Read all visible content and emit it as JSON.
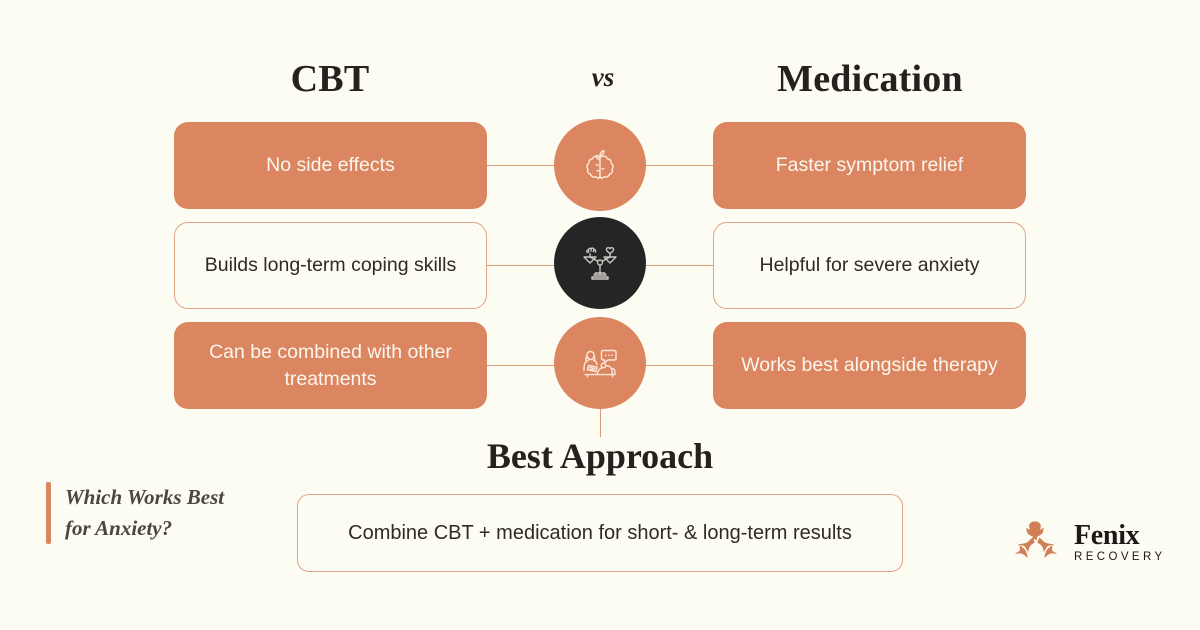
{
  "background_color": "#FDFCF2",
  "accent_color": "#DB8661",
  "dark_color": "#252525",
  "headings": {
    "left": "CBT",
    "versus": "vs",
    "right": "Medication"
  },
  "rows": [
    {
      "left": "No side effects",
      "left_style": "filled",
      "right": "Faster symptom relief",
      "right_style": "filled",
      "icon": "brain-sprout-icon",
      "icon_circle": "orange"
    },
    {
      "left": "Builds long-term coping skills",
      "left_style": "outlined",
      "right": "Helpful for severe anxiety",
      "right_style": "outlined",
      "icon": "balance-scale-brain-heart-icon",
      "icon_circle": "dark"
    },
    {
      "left": "Can be combined with other treatments",
      "left_style": "filled",
      "right": "Works best alongside therapy",
      "right_style": "filled",
      "icon": "therapy-session-icon",
      "icon_circle": "orange"
    }
  ],
  "conclusion": {
    "title": "Best Approach",
    "text": "Combine CBT + medication for short- & long-term results"
  },
  "caption": {
    "text": "Which Works Best for Anxiety?"
  },
  "logo": {
    "mark": "phoenix-icon",
    "name": "Fenix",
    "subtitle": "RECOVERY"
  }
}
